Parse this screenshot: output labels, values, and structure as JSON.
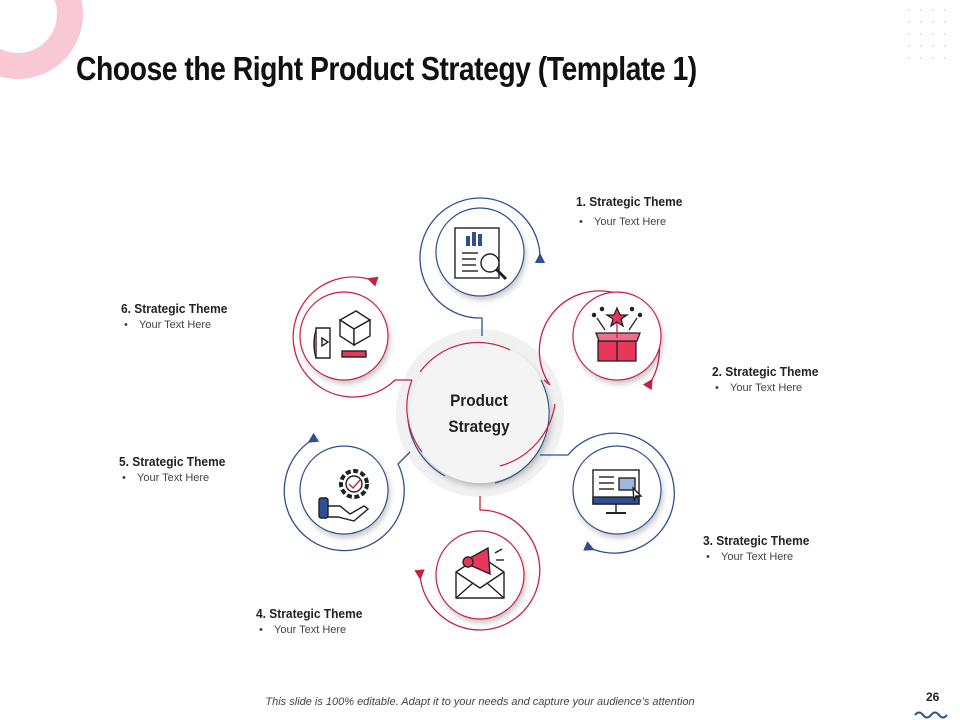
{
  "slide": {
    "title": "Choose the Right Product Strategy (Template 1)",
    "center_label_line1": "Product",
    "center_label_line2": "Strategy",
    "footer_note": "This slide is 100% editable. Adapt it to your needs and capture your audience’s attention",
    "page_number": "26"
  },
  "themes": [
    {
      "title": "1. Strategic Theme",
      "bullet": "Your Text Here",
      "icon": "report-magnifier-icon",
      "accent": "#2f4f8f"
    },
    {
      "title": "2. Strategic Theme",
      "bullet": "Your Text Here",
      "icon": "gift-box-launch-icon",
      "accent": "#c8203f"
    },
    {
      "title": "3. Strategic Theme",
      "bullet": "Your Text Here",
      "icon": "monitor-ad-icon",
      "accent": "#2f4f8f"
    },
    {
      "title": "4. Strategic Theme",
      "bullet": "Your Text Here",
      "icon": "envelope-megaphone-icon",
      "accent": "#c8203f"
    },
    {
      "title": "5. Strategic Theme",
      "bullet": "Your Text Here",
      "icon": "hand-gear-icon",
      "accent": "#2f4f8f"
    },
    {
      "title": "6. Strategic Theme",
      "bullet": "Your Text Here",
      "icon": "blueprint-cube-icon",
      "accent": "#c8203f"
    }
  ],
  "colors": {
    "blue": "#2f4f8f",
    "red": "#c8203f",
    "pink": "#f8c9d4",
    "light_gray": "#efefef"
  }
}
